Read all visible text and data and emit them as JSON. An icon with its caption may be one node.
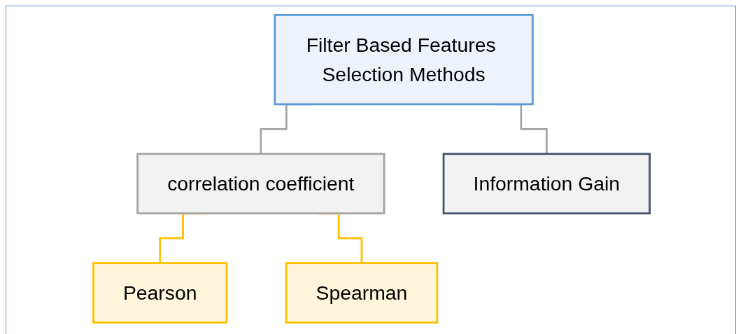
{
  "diagram": {
    "nodes": [
      {
        "text": [
          "Filter Based Features Selection Methods"
        ]
      },
      {
        "text": [
          "correlation coefficient"
        ]
      },
      {
        "text": [
          "Information Gain"
        ]
      },
      {
        "text": [
          "Pearson"
        ]
      },
      {
        "text": [
          "Spearman"
        ]
      }
    ],
    "edges": [
      {
        "from": 0,
        "to": 1,
        "arrow": "none"
      },
      {
        "from": 0,
        "to": 2,
        "arrow": "none"
      },
      {
        "from": 1,
        "to": 3,
        "arrow": "none",
        "color": "#ffc000"
      },
      {
        "from": 1,
        "to": 4,
        "arrow": "none",
        "color": "#ffc000"
      }
    ]
  }
}
